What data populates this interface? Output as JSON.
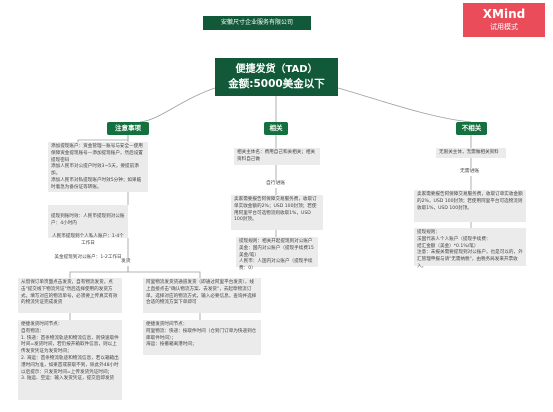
{
  "company": "安徽尺寸企业服务有限公司",
  "watermark": {
    "brand": "XMind",
    "mode": "试用模式"
  },
  "root": {
    "line1": "便捷发货（TAD）",
    "line2": "金额:5000美金以下"
  },
  "branches": {
    "note": "注意事项",
    "related": "相关",
    "unrelated": "不相关"
  },
  "left": {
    "topic1": "添加提现账户：资金管理—账号与安全—使用保障资金提现账号—添加提现账户，然后设置提现密码\n添加人民币对公提户时效3~5天，要提前添加。\n添加人民币对私提现账户时效5分钟；如果临时着急为备份证等转账。",
    "topic2_l1": "提现到账时效：人民币提现到对公账户：4小时内",
    "topic2_l2": "人民币提现到个人私人账户：1-4个工作日",
    "topic2_l3": "美金提现到对公账户：1-2工作日",
    "ship_label": "发货",
    "ship_a": "从借保订单页面点击发货，自有物流发货，点击\"提交线下物流凭证\"然后选择使用的发货方式，填写对应的物流单号，必须要上传真实有效的物流凭证完成发货",
    "ship_b": "阿里物流发货货通道发货（即通过阿里平台发货），线上直接点击\"确认物流方案、去发货\"，去起草物流订单，选择对应的物流方式，输入必要信息，查询并选择合适的物流方案下单即可",
    "effect_a": "便捷发货时间节点：\n自有物流：\n1. 快递：首条物流轨迹和物流信息，则快速取件时间=发货时间，若仍按开箱取件信息，则以上传发货凭证为发货时间；\n2. 海运：首条物流轨迹和物流信息，若以箱箱出港时间为准，如果首或获取不到，除此外48小时以后提示：只发货时间=上传发货凭证时间；\n3. 陆运、空运：输入发货凭证，提交后即发货",
    "effect_b": "便捷发货时间节点：\n阿里物流：快递：按取件时间（仓到门订单为快递到仓库取件时间）；\n海运：按撤箱离港时间；"
  },
  "middle": {
    "topic1": "相关主体名：费用自己和关相关；相关资料自己做",
    "self_ship": "自行进账",
    "topic2": "卖家需要报告阿保障交易服务费，收取订单实收金额的2%；USD 100封顶；若使用阿里平台可选物流则收取1%，USD 100封顶。",
    "topic3": "提现规则：相关开起提现到对公账户\n美金：国内对公账户（提现手续费15美金/笔）\n人民币：人国内对公账户（提现手续费：0）"
  },
  "right": {
    "topic1": "无限关主体，无需做相关资料",
    "no_ship": "无需进账",
    "topic2": "卖家需要报告阿保障交易服务费，收取订单实收金额的2%，USD 100封顶；若使用阿里平台可选物流则收取1%，USD 100封顶。",
    "topic3": "提现规则：\n法国代表人个人账户（提现手续费：\n结汇金额（美金）*0.1%/笔）\n注意：未报关需要提现到对公账户，也是可以的，外汇管理申报与请\"无需纳税\"，由税务局发来开票收入。"
  }
}
